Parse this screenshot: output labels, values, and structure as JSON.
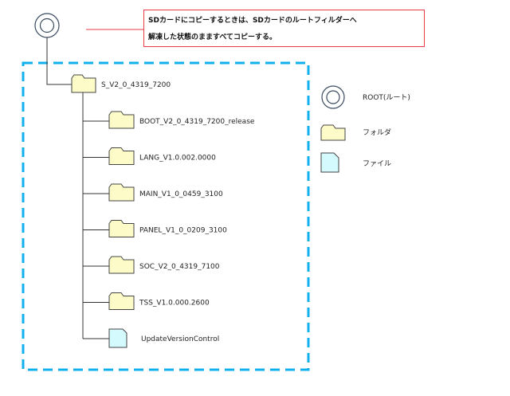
{
  "note": {
    "line1": "SDカードにコピーするときは、SDカードのルートフィルダーへ",
    "line2": "解凍した状態のまますべてコピーする。",
    "border_color": "#e8384a"
  },
  "root": {
    "icon": "root-circle-icon"
  },
  "tree": {
    "top_folder": "S_V2_0_4319_7200",
    "children": [
      {
        "type": "folder",
        "name": "BOOT_V2_0_4319_7200_release"
      },
      {
        "type": "folder",
        "name": "LANG_V1.0.002.0000"
      },
      {
        "type": "folder",
        "name": "MAIN_V1_0_0459_3100"
      },
      {
        "type": "folder",
        "name": "PANEL_V1_0_0209_3100"
      },
      {
        "type": "folder",
        "name": "SOC_V2_0_4319_7100"
      },
      {
        "type": "folder",
        "name": "TSS_V1.0.000.2600"
      },
      {
        "type": "file",
        "name": "UpdateVersionControl"
      }
    ]
  },
  "legend": [
    {
      "type": "root",
      "label": "ROOT(ルート)"
    },
    {
      "type": "folder",
      "label": "フォルダ"
    },
    {
      "type": "file",
      "label": "ファイル"
    }
  ],
  "colors": {
    "folder_fill": "#fdfbc8",
    "file_fill": "#d4fafd",
    "dash_box": "#10b0ee",
    "icon_stroke": "#3a4a60"
  }
}
